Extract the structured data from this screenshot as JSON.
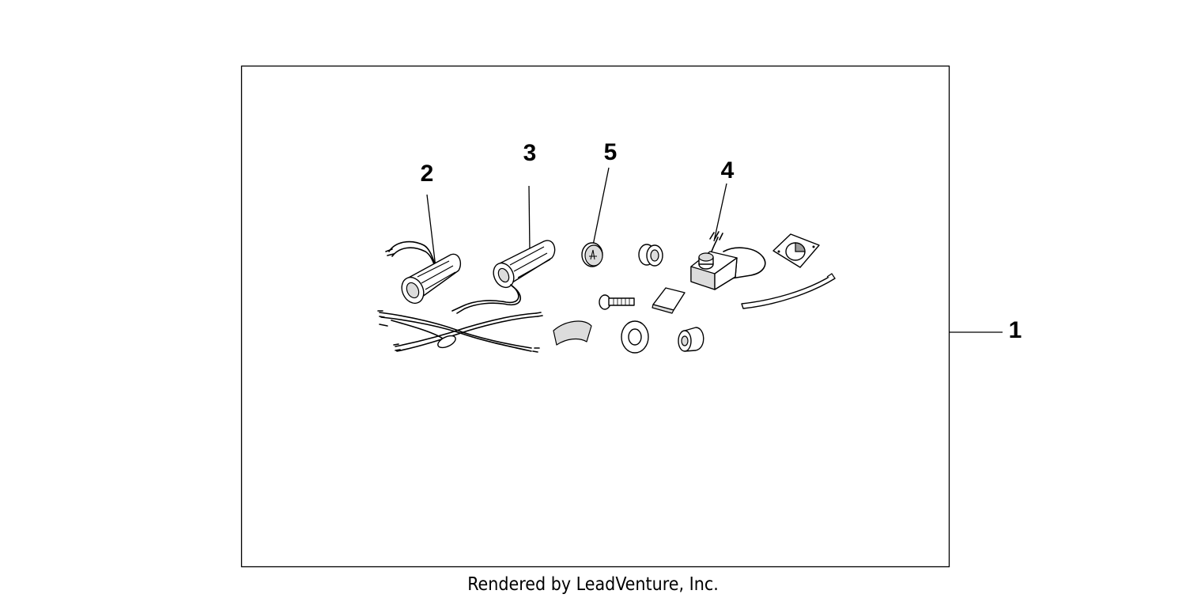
{
  "diagram": {
    "callouts": [
      {
        "id": "1",
        "label": "1"
      },
      {
        "id": "2",
        "label": "2"
      },
      {
        "id": "3",
        "label": "3"
      },
      {
        "id": "4",
        "label": "4"
      },
      {
        "id": "5",
        "label": "5"
      }
    ],
    "footer": "Rendered by LeadVenture, Inc."
  }
}
